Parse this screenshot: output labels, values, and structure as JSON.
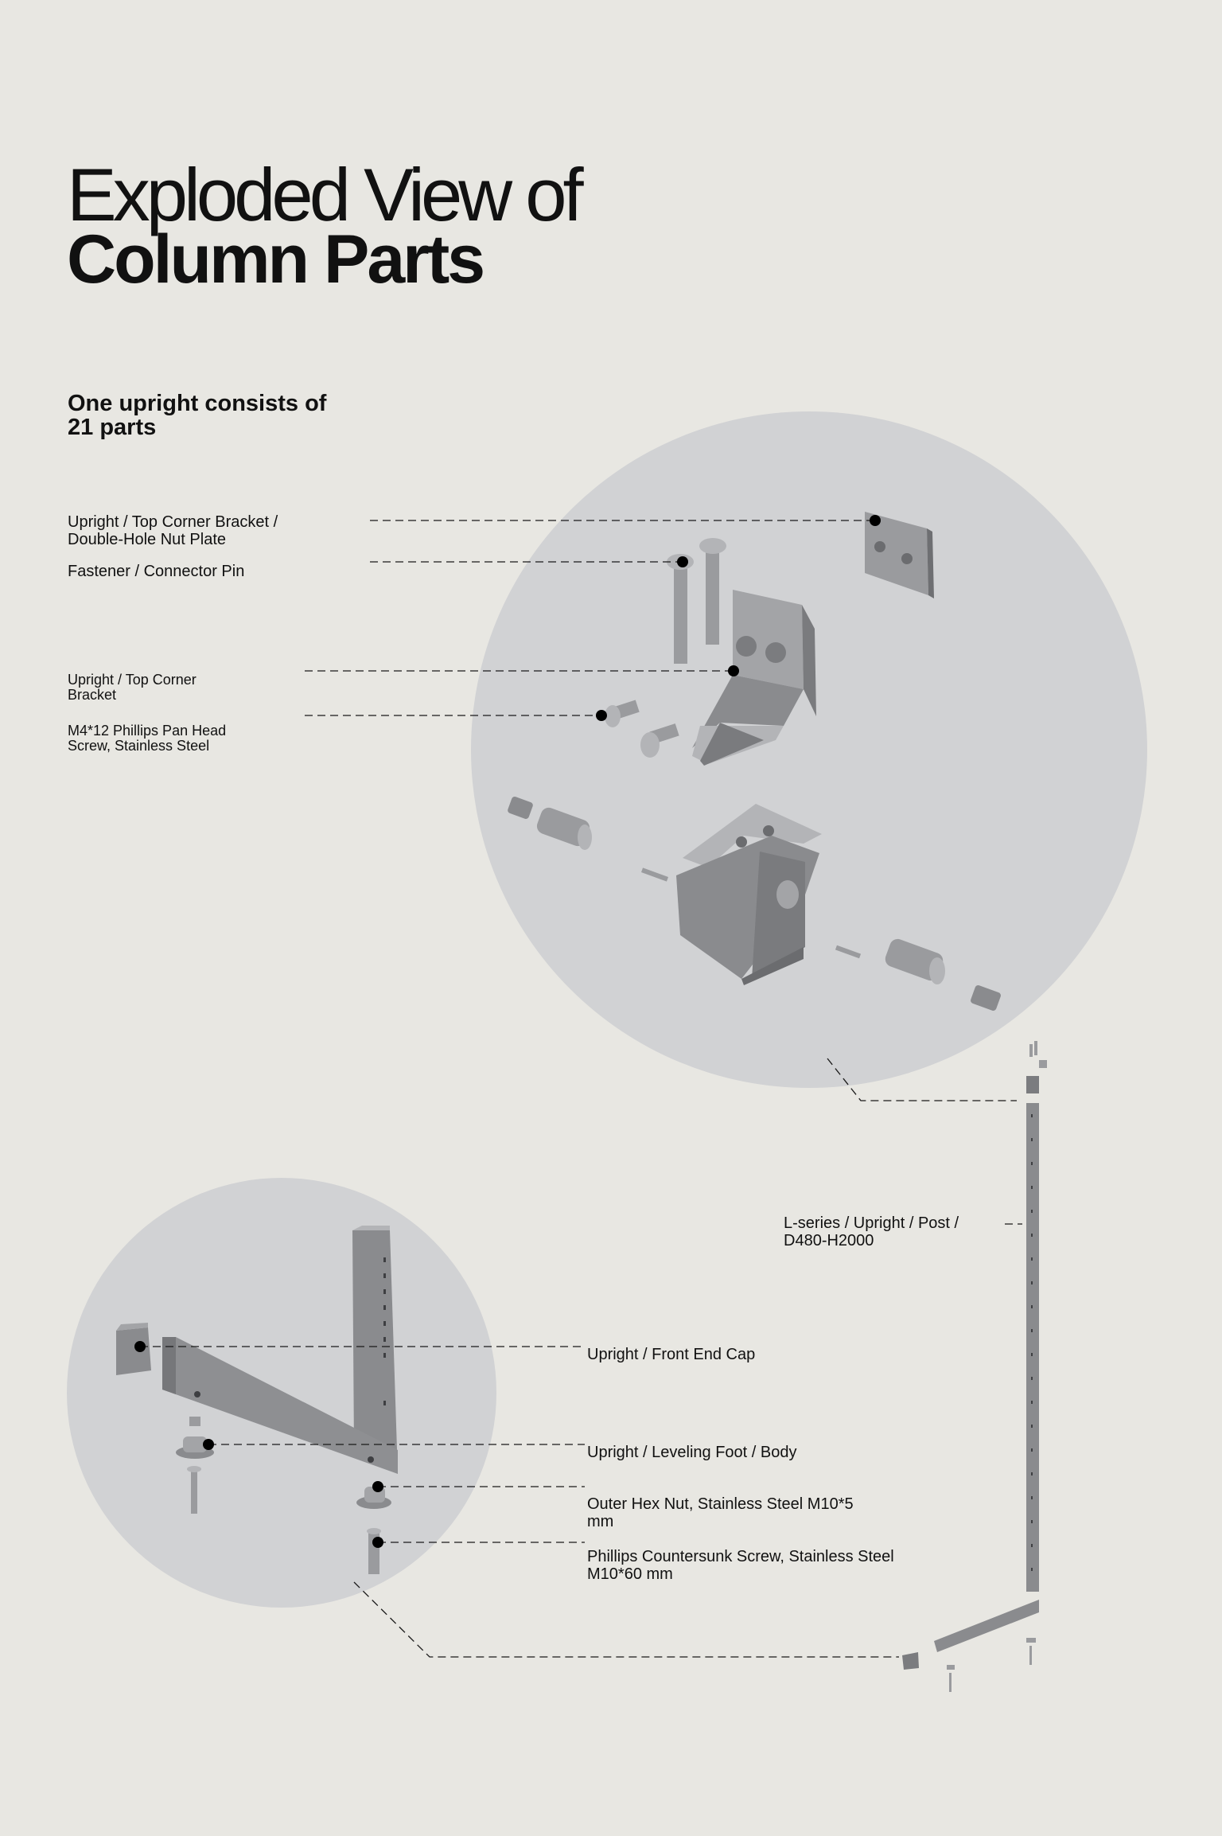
{
  "title": {
    "line1": "Exploded View of",
    "line2": "Column Parts"
  },
  "subtitle": "One upright consists of\n21 parts",
  "parts": {
    "nut_plate": "Upright / Top Corner Bracket /\nDouble-Hole Nut Plate",
    "connector_pin": "Fastener / Connector Pin",
    "top_corner_bracket": "Upright / Top Corner\nBracket",
    "pan_head_screw": "M4*12 Phillips Pan Head\nScrew, Stainless Steel",
    "post": "L-series / Upright / Post /\nD480-H2000",
    "front_end_cap": "Upright / Front End Cap",
    "leveling_foot": "Upright / Leveling Foot / Body",
    "hex_nut": "Outer Hex Nut, Stainless Steel M10*5\nmm",
    "countersunk_screw": "Phillips Countersunk Screw, Stainless Steel\nM10*60 mm"
  },
  "colors": {
    "background": "#e8e7e2",
    "circle": "#d1d2d4",
    "part": "#8a8b8e",
    "part_light": "#b3b4b7",
    "text": "#111111"
  }
}
